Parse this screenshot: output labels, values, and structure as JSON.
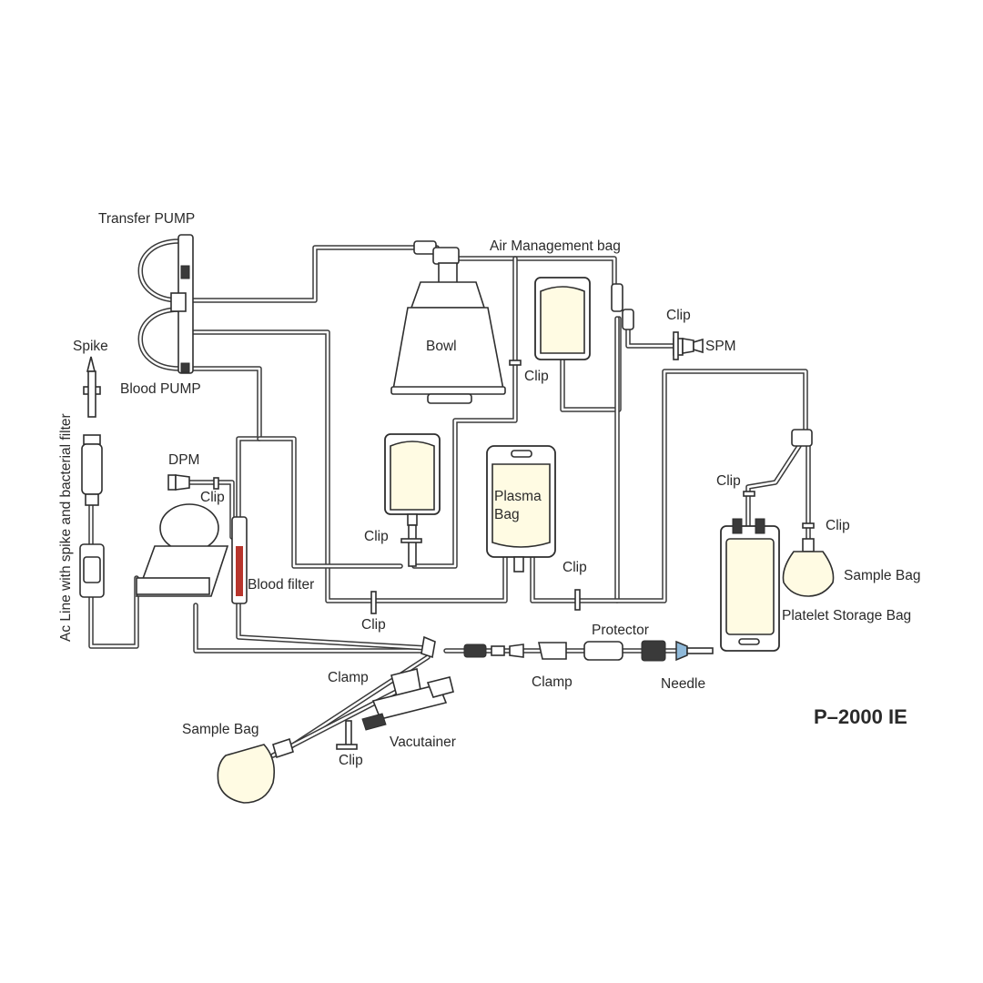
{
  "labels": {
    "transfer_pump": "Transfer PUMP",
    "air_management_bag": "Air Management bag",
    "spike": "Spike",
    "blood_pump": "Blood PUMP",
    "bowl": "Bowl",
    "clip_spm": "Clip",
    "spm": "SPM",
    "clip_air_bag": "Clip",
    "ac_line": "Ac Line with spike and bacterial filter",
    "dpm": "DPM",
    "clip_dpm": "Clip",
    "plasma_bag": "Plasma Bag",
    "clip_storage": "Clip",
    "clip_sample_right": "Clip",
    "clip_left_bag": "Clip",
    "sample_bag_right": "Sample Bag",
    "blood_filter": "Blood filter",
    "clip_bottom_center": "Clip",
    "clip_bottom_right": "Clip",
    "platelet_storage_bag": "Platelet Storage Bag",
    "protector": "Protector",
    "clamp_left": "Clamp",
    "clamp_center": "Clamp",
    "needle": "Needle",
    "model": "P–2000 IE",
    "sample_bag_left": "Sample Bag",
    "vacutainer": "Vacutainer",
    "clip_sample_left": "Clip"
  }
}
